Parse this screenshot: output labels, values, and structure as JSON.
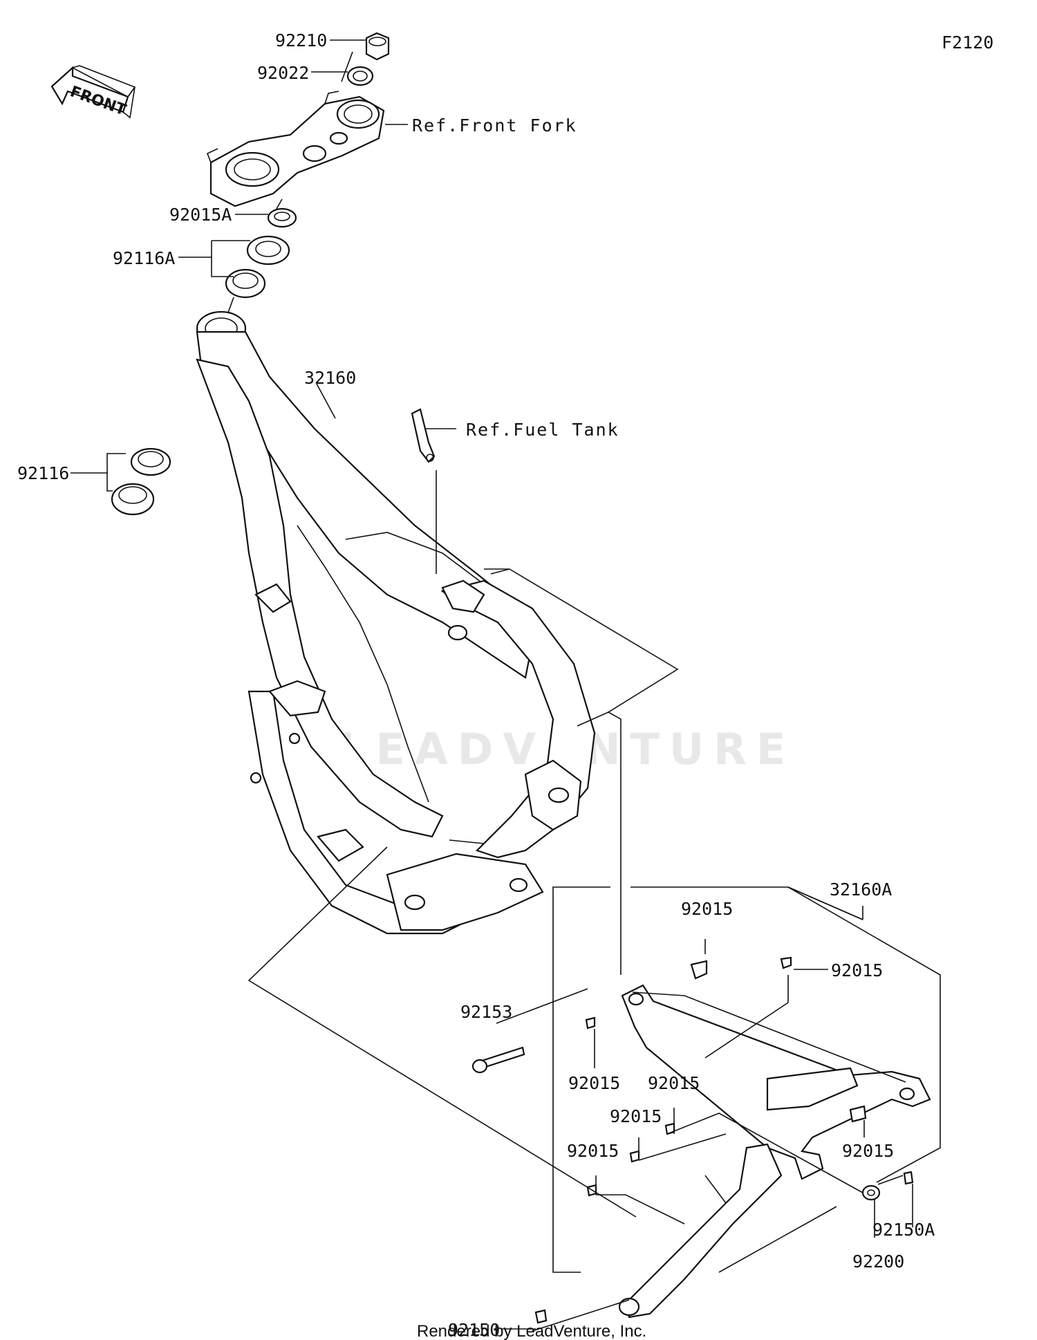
{
  "diagram_code": "F2120",
  "front_label": "FRONT",
  "watermark": "LEADVENTURE",
  "footer": "Rendered by LeadVenture, Inc.",
  "refs": {
    "front_fork": "Ref.Front Fork",
    "fuel_tank": "Ref.Fuel Tank"
  },
  "parts": {
    "nut_92210": "92210",
    "washer_92022": "92022",
    "nut_92015A": "92015A",
    "bearing_92116A": "92116A",
    "bearing_92116": "92116",
    "frame_32160": "32160",
    "subframe_32160A": "32160A",
    "bolt_92015_a": "92015",
    "bolt_92015_b": "92015",
    "bolt_92015_c": "92015",
    "bolt_92015_d": "92015",
    "bolt_92015_e": "92015",
    "bolt_92015_f": "92015",
    "bolt_92015_g": "92015",
    "bolt_92153": "92153",
    "bolt_92150": "92150",
    "bolt_92150A": "92150A",
    "washer_92200": "92200"
  }
}
